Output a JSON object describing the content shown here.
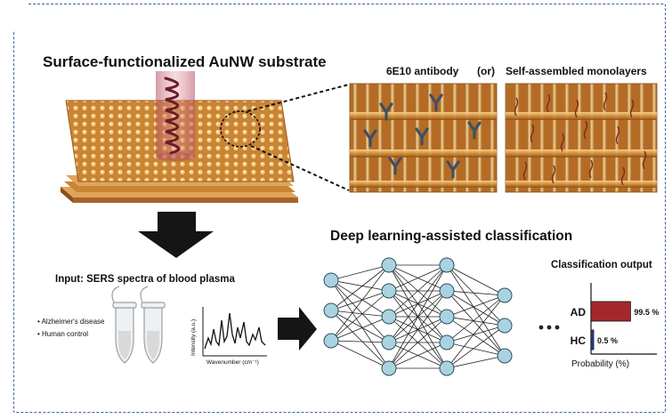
{
  "panel_label": "",
  "substrate_title": "Surface-functionalized AuNW substrate",
  "inset_left_title": "6E10 antibody",
  "inset_or": "(or)",
  "inset_right_title": "Self-assembled monolayers",
  "input_title": "Input: SERS spectra of blood plasma",
  "bullets": [
    "Alzheimer's disease",
    "Human control"
  ],
  "spectrum_ylabel": "Intensity (a.u.)",
  "spectrum_xlabel": "Wavenumber (cm⁻¹)",
  "classification_title": "Deep learning-assisted classification",
  "output_title": "Classification output",
  "output_xlabel": "Probability (%)",
  "ellipsis": "• • •",
  "chart_data": {
    "type": "bar",
    "orientation": "horizontal",
    "categories": [
      "AD",
      "HC"
    ],
    "values": [
      99.5,
      0.5
    ],
    "value_labels": [
      "99.5 %",
      "0.5 %"
    ],
    "colors": [
      "#a3282c",
      "#23429b"
    ],
    "xlabel": "Probability (%)",
    "xlim": [
      0,
      100
    ]
  },
  "colors": {
    "frame": "#3d5fa8",
    "node": "#a9d3e0",
    "gold": "#d9963e",
    "arrow": "#151515"
  }
}
